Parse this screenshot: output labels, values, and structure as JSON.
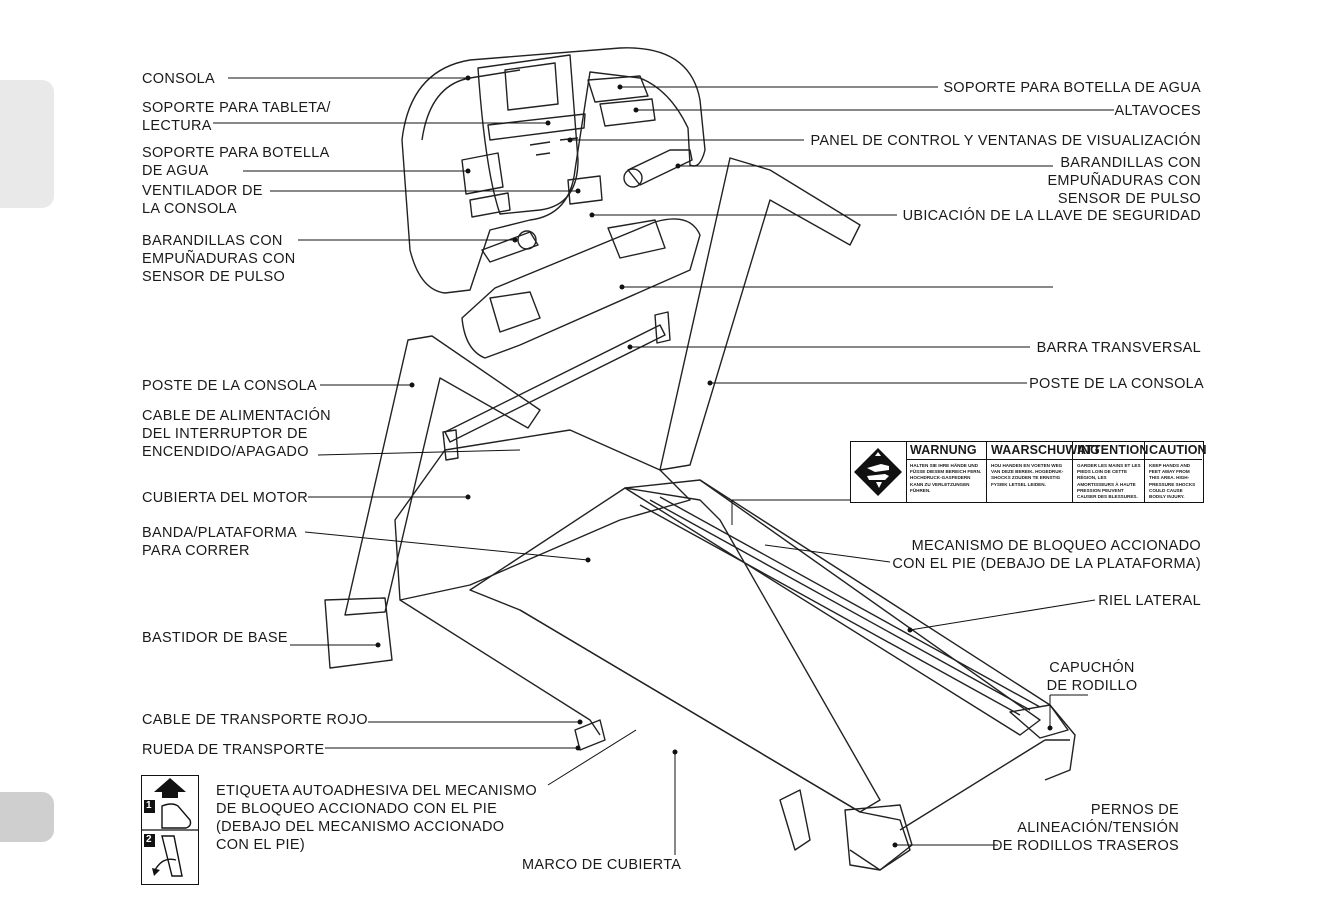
{
  "labels": {
    "consola": "CONSOLA",
    "soporte_tableta": "SOPORTE PARA TABLETA/\nLECTURA",
    "soporte_botella_izq": "SOPORTE PARA BOTELLA\nDE AGUA",
    "ventilador": "VENTILADOR DE\nLA CONSOLA",
    "barandillas_izq": "BARANDILLAS CON\nEMPUÑADURAS CON\nSENSOR DE PULSO",
    "poste_izq": "POSTE DE LA CONSOLA",
    "cable_alimentacion": "CABLE DE ALIMENTACIÓN\nDEL INTERRUPTOR DE\nENCENDIDO/APAGADO",
    "cubierta_motor": "CUBIERTA DEL MOTOR",
    "banda": "BANDA/PLATAFORMA\nPARA CORRER",
    "bastidor": "BASTIDOR DE BASE",
    "cable_transporte": "CABLE DE TRANSPORTE ROJO",
    "rueda": "RUEDA DE TRANSPORTE",
    "etiqueta": "ETIQUETA AUTOADHESIVA DEL MECANISMO\nDE BLOQUEO ACCIONADO CON EL PIE\n(DEBAJO DEL MECANISMO ACCIONADO\nCON EL PIE)",
    "marco": "MARCO DE CUBIERTA",
    "soporte_botella_der": "SOPORTE PARA BOTELLA DE AGUA",
    "altavoces": "ALTAVOCES",
    "panel": "PANEL DE CONTROL Y VENTANAS DE VISUALIZACIÓN",
    "barandillas_der": "BARANDILLAS CON\nEMPUÑADURAS CON\nSENSOR DE PULSO",
    "llave": "UBICACIÓN DE LA LLAVE DE SEGURIDAD",
    "barra": "BARRA TRANSVERSAL",
    "poste_der": "POSTE DE LA CONSOLA",
    "mecanismo": "MECANISMO DE BLOQUEO ACCIONADO\nCON EL PIE (DEBAJO DE LA PLATAFORMA)",
    "riel": "RIEL LATERAL",
    "capuchon": "CAPUCHÓN\nDE RODILLO",
    "pernos": "PERNOS DE\nALINEACIÓN/TENSIÓN\nDE RODILLOS TRASEROS"
  },
  "warning": {
    "headers": [
      "WARNUNG",
      "WAARSCHUWING",
      "ATTENTION",
      "CAUTION"
    ],
    "texts": [
      "HALTEN SIE IHRE HÄNDE UND FÜSSE DIESEM BEREICH FERN. HOCHDRUCK-GASFEDERN KANN ZU VERLETZUNGEN FÜHREN.",
      "HOU HANDEN EN VOETEN WEG VAN DEZE BEREIK. HOGEDRUK-SHOCKS ZOUDEN TE ERNSTIG FYSIEK LETSEL LEIDEN.",
      "GARDER LES MAINS ET LES PIEDS LOIN DE CETTE RÉGION, LES AMORTISSEURS À HAUTE PRESSION PEUVENT CAUSER DES BLESSURES.",
      "KEEP HANDS AND FEET AWAY FROM THIS AREA. HIGH-PRESSURE SHOCKS COULD CAUSE BODILY INJURY."
    ]
  },
  "sticker_steps": [
    "1",
    "2"
  ],
  "icons": [
    "hand-crush-warning-icon",
    "foot-pedal-icon"
  ]
}
